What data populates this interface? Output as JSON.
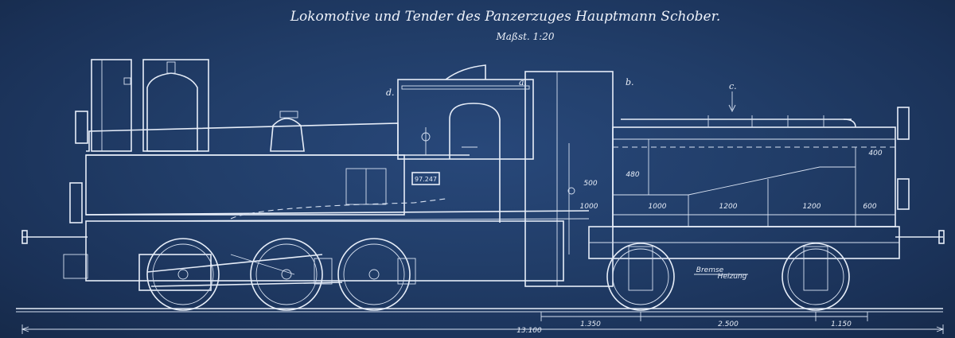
{
  "title": "Lokomotive und Tender des Panzerzuges Hauptmann Schober.",
  "scale": "Maßst. 1:20",
  "plate_number": "97.247",
  "section_marks": [
    "a.",
    "b.",
    "c.",
    "d."
  ],
  "tank_dims": {
    "d1000a": "1000",
    "d1000b": "1000",
    "d1200a": "1200",
    "d1200b": "1200",
    "d600": "600",
    "d400": "400",
    "d480": "480",
    "d500": "500"
  },
  "bottom_dims": {
    "total": "13.100",
    "d1350": "1.350",
    "d2500": "2.500",
    "d1150": "1.150"
  },
  "labels": {
    "bremse": "Bremse",
    "heizung": "Heizung"
  }
}
